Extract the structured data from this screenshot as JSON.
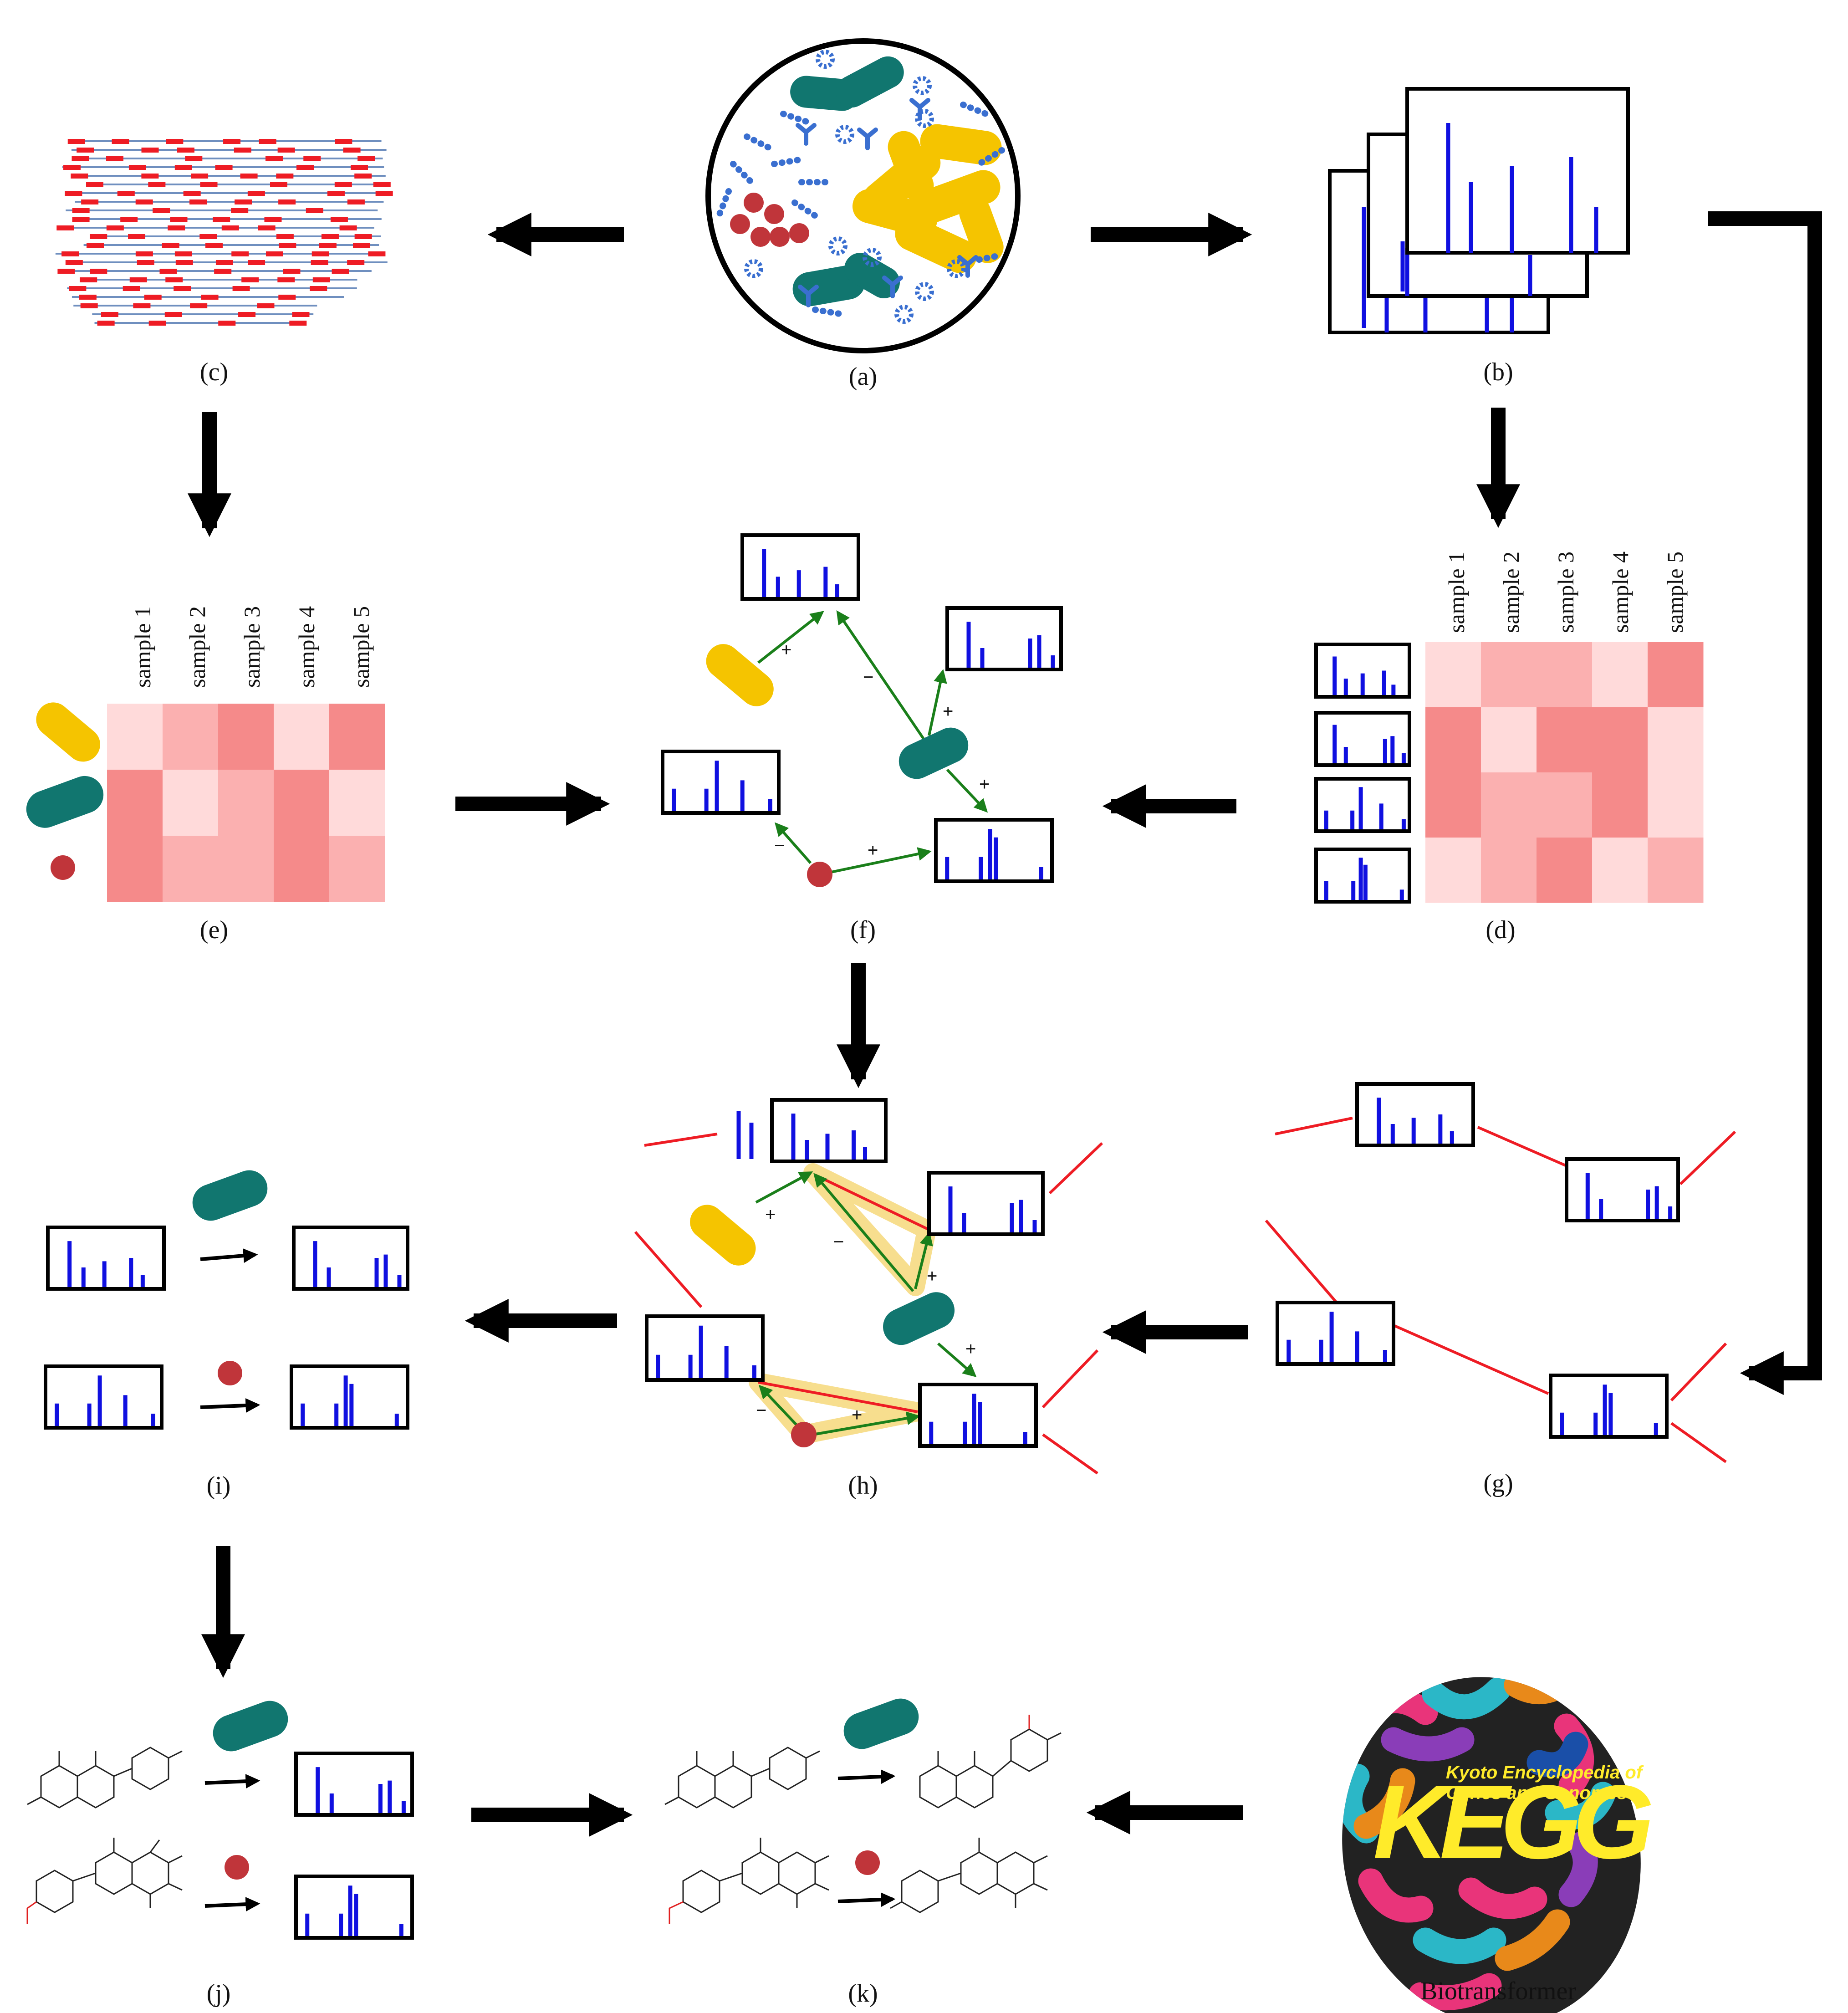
{
  "panels": {
    "a": "(a)",
    "b": "(b)",
    "c": "(c)",
    "d": "(d)",
    "e": "(e)",
    "f": "(f)",
    "g": "(g)",
    "h": "(h)",
    "i": "(i)",
    "j": "(j)",
    "k": "(k)"
  },
  "samples": [
    "sample 1",
    "sample 2",
    "sample 3",
    "sample 4",
    "sample 5"
  ],
  "signs": {
    "plus": "+",
    "minus": "−"
  },
  "kegg": {
    "line1": "Kyoto Encyclopedia of",
    "line2": "Genes and Genomes",
    "logo": "KEGG"
  },
  "caption": "Biotransformer",
  "colors": {
    "arrow": "#000000",
    "spectrum_peak": "#1010e0",
    "read_line": "#6f8fbf",
    "read_segment": "#ee1c24",
    "network_edge": "#1a7f1a",
    "correlation_line": "#ee1c24",
    "highlight": "#f1c232",
    "teal_microbe": "#11766f",
    "yellow_microbe": "#f5c400",
    "red_cell": "#c0353a",
    "blue_particle": "#3a6fd0",
    "heat_scale": [
      "#ffdada",
      "#fbb0b0",
      "#f58a8a"
    ]
  },
  "heatmap_e": [
    [
      1,
      2,
      3,
      1,
      3
    ],
    [
      3,
      1,
      2,
      3,
      1
    ],
    [
      3,
      2,
      2,
      3,
      2
    ]
  ],
  "heatmap_d": [
    [
      1,
      2,
      2,
      1,
      3
    ],
    [
      3,
      1,
      3,
      3,
      1
    ],
    [
      3,
      2,
      2,
      3,
      1
    ],
    [
      1,
      2,
      3,
      1,
      2
    ]
  ],
  "icons": [
    "petri-dish-icon",
    "mass-spectrum-icon",
    "sequencing-reads-icon",
    "microbe-icon",
    "molecule-structure-icon",
    "kegg-logo-icon"
  ]
}
